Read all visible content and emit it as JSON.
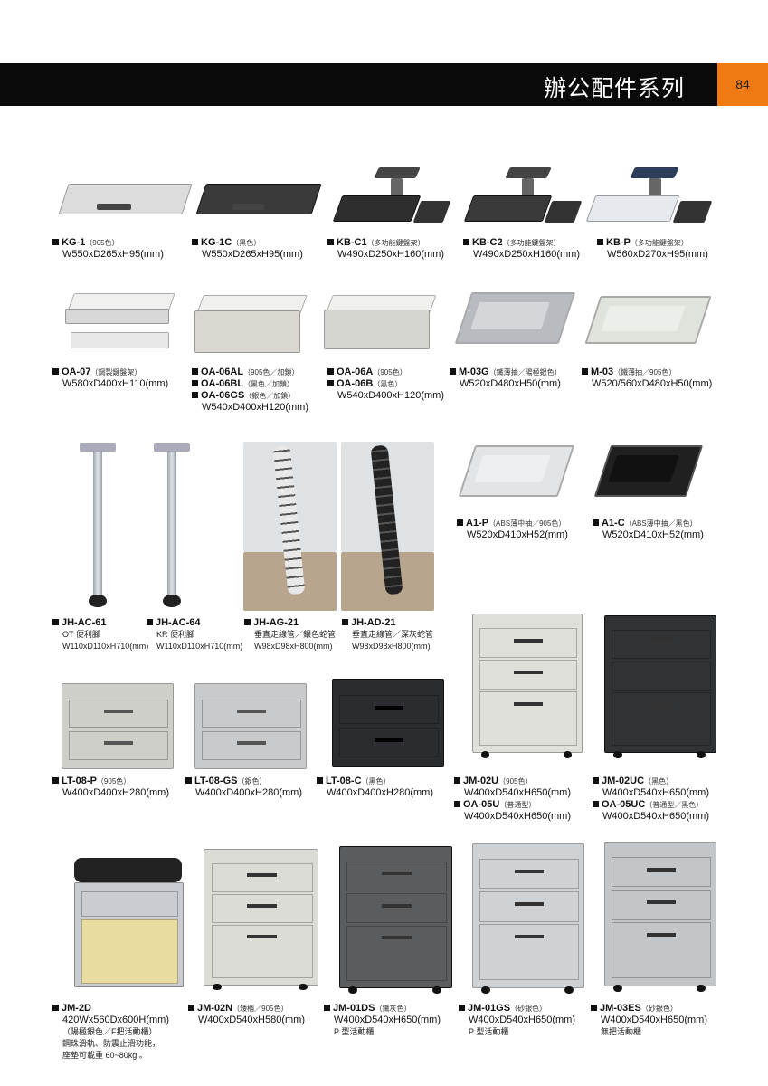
{
  "header": {
    "title": "辦公配件系列",
    "page_number": "84",
    "bar_color": "#0a0a0a",
    "accent": "#f07a12"
  },
  "products": [
    {
      "lines": [
        {
          "code": "KG-1",
          "note": "（905色）"
        },
        {
          "text": "W550xD265xH95(mm)"
        }
      ]
    },
    {
      "lines": [
        {
          "code": "KG-1C",
          "note": "（黑色）"
        },
        {
          "text": "W550xD265xH95(mm)"
        }
      ]
    },
    {
      "lines": [
        {
          "code": "KB-C1",
          "note": "（多功能鍵盤架）"
        },
        {
          "text": "W490xD250xH160(mm)"
        }
      ]
    },
    {
      "lines": [
        {
          "code": "KB-C2",
          "note": "（多功能鍵盤架）"
        },
        {
          "text": "W490xD250xH160(mm)"
        }
      ]
    },
    {
      "lines": [
        {
          "code": "KB-P",
          "note": "（多功能鍵盤架）"
        },
        {
          "text": "W560xD270xH95(mm)"
        }
      ]
    },
    {
      "lines": [
        {
          "code": "OA-07",
          "note": "（鋼製鍵盤架）"
        },
        {
          "text": "W580xD400xH110(mm)"
        }
      ]
    },
    {
      "lines": [
        {
          "code": "OA-06AL",
          "note": "（905色／加鎖）"
        },
        {
          "code": "OA-06BL",
          "note": "（黑色／加鎖）"
        },
        {
          "code": "OA-06GS",
          "note": "（銀色／加鎖）"
        },
        {
          "text": "W540xD400xH120(mm)"
        }
      ]
    },
    {
      "lines": [
        {
          "code": "OA-06A",
          "note": "（905色）"
        },
        {
          "code": "OA-06B",
          "note": "（黑色）"
        },
        {
          "text": "W540xD400xH120(mm)"
        }
      ]
    },
    {
      "lines": [
        {
          "code": "M-03G",
          "note": "（鐵薄抽／陽極銀色）"
        },
        {
          "text": "W520xD480xH50(mm)"
        }
      ]
    },
    {
      "lines": [
        {
          "code": "M-03",
          "note": "（鐵薄抽／905色）"
        },
        {
          "text": "W520/560xD480xH50(mm)"
        }
      ]
    },
    {
      "lines": [
        {
          "code": "A1-P",
          "note": "（ABS薄中抽／905色）"
        },
        {
          "text": "W520xD410xH52(mm)"
        }
      ]
    },
    {
      "lines": [
        {
          "code": "A1-C",
          "note": "（ABS薄中抽／黑色）"
        },
        {
          "text": "W520xD410xH52(mm)"
        }
      ]
    },
    {
      "lines": [
        {
          "code": "JH-AC-61"
        },
        {
          "sub": "OT 便利腳"
        },
        {
          "sub": "W110xD110xH710(mm)"
        }
      ]
    },
    {
      "lines": [
        {
          "code": "JH-AC-64"
        },
        {
          "sub": "KR 便利腳"
        },
        {
          "sub": "W110xD110xH710(mm)"
        }
      ]
    },
    {
      "lines": [
        {
          "code": "JH-AG-21"
        },
        {
          "sub": "垂直走線管／銀色蛇管"
        },
        {
          "sub": "W98xD98xH800(mm)"
        }
      ]
    },
    {
      "lines": [
        {
          "code": "JH-AD-21"
        },
        {
          "sub": "垂直走線管／深灰蛇管"
        },
        {
          "sub": "W98xD98xH800(mm)"
        }
      ]
    },
    {
      "lines": [
        {
          "code": "LT-08-P",
          "note": "（905色）"
        },
        {
          "text": "W400xD400xH280(mm)"
        }
      ]
    },
    {
      "lines": [
        {
          "code": "LT-08-GS",
          "note": "（銀色）"
        },
        {
          "text": "W400xD400xH280(mm)"
        }
      ]
    },
    {
      "lines": [
        {
          "code": "LT-08-C",
          "note": "（黑色）"
        },
        {
          "text": "W400xD400xH280(mm)"
        }
      ]
    },
    {
      "lines": [
        {
          "code": "JM-02U",
          "note": "（905色）"
        },
        {
          "text": "W400xD540xH650(mm)"
        },
        {
          "code": "OA-05U",
          "note": "（普通型）"
        },
        {
          "text": "W400xD540xH650(mm)"
        }
      ]
    },
    {
      "lines": [
        {
          "code": "JM-02UC",
          "note": "（黑色）"
        },
        {
          "text": "W400xD540xH650(mm)"
        },
        {
          "code": "OA-05UC",
          "note": "（普通型／黑色）"
        },
        {
          "text": "W400xD540xH650(mm)"
        }
      ]
    },
    {
      "lines": [
        {
          "code": "JM-2D"
        },
        {
          "text": "420Wx560Dx600H(mm)"
        },
        {
          "sub": "（陽極銀色／F把活動櫃）"
        },
        {
          "sub": "鋼珠滑軌、防震止滑功能，"
        },
        {
          "sub": "座墊可載重 60~80kg 。"
        }
      ]
    },
    {
      "lines": [
        {
          "code": "JM-02N",
          "note": "（矮櫃／905色）"
        },
        {
          "text": "W400xD540xH580(mm)"
        }
      ]
    },
    {
      "lines": [
        {
          "code": "JM-01DS",
          "note": "（鐵灰色）"
        },
        {
          "text": "W400xD540xH650(mm)"
        },
        {
          "sub": "P 型活動櫃"
        }
      ]
    },
    {
      "lines": [
        {
          "code": "JM-01GS",
          "note": "（砂銀色）"
        },
        {
          "text": "W400xD540xH650(mm)"
        },
        {
          "sub": "P 型活動櫃"
        }
      ]
    },
    {
      "lines": [
        {
          "code": "JM-03ES",
          "note": "（砂銀色）"
        },
        {
          "text": "W400xD540xH650(mm)"
        },
        {
          "sub": "無把活動櫃"
        }
      ]
    }
  ]
}
